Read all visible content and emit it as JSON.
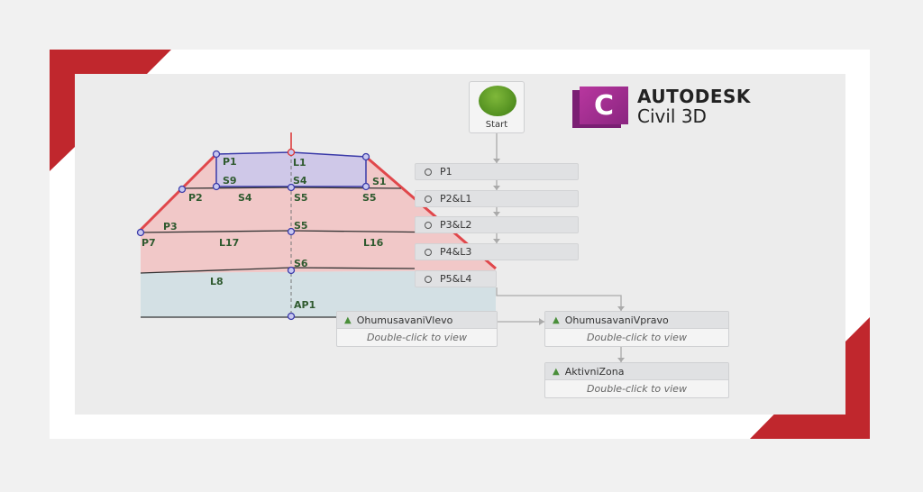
{
  "brand": {
    "line1": "AUTODESK",
    "line2": "Civil 3D",
    "icon_letter": "C",
    "color": "#9b2a8f"
  },
  "accent_red": "#c0272d",
  "section_labels": [
    "P1",
    "L1",
    "S9",
    "S4",
    "S1",
    "P2",
    "S4",
    "S5",
    "S5",
    "P3",
    "S5",
    "P7",
    "L17",
    "L16",
    "S6",
    "L8",
    "AP1"
  ],
  "flow": {
    "start": "Start",
    "steps": [
      "P1",
      "P2&L1",
      "P3&L2",
      "P4&L3",
      "P5&L4"
    ],
    "shapes": [
      {
        "name": "OhumusavaniVlevo",
        "hint": "Double-click to view"
      },
      {
        "name": "OhumusavaniVpravo",
        "hint": "Double-click to view"
      },
      {
        "name": "AktivniZona",
        "hint": "Double-click to view"
      }
    ]
  }
}
